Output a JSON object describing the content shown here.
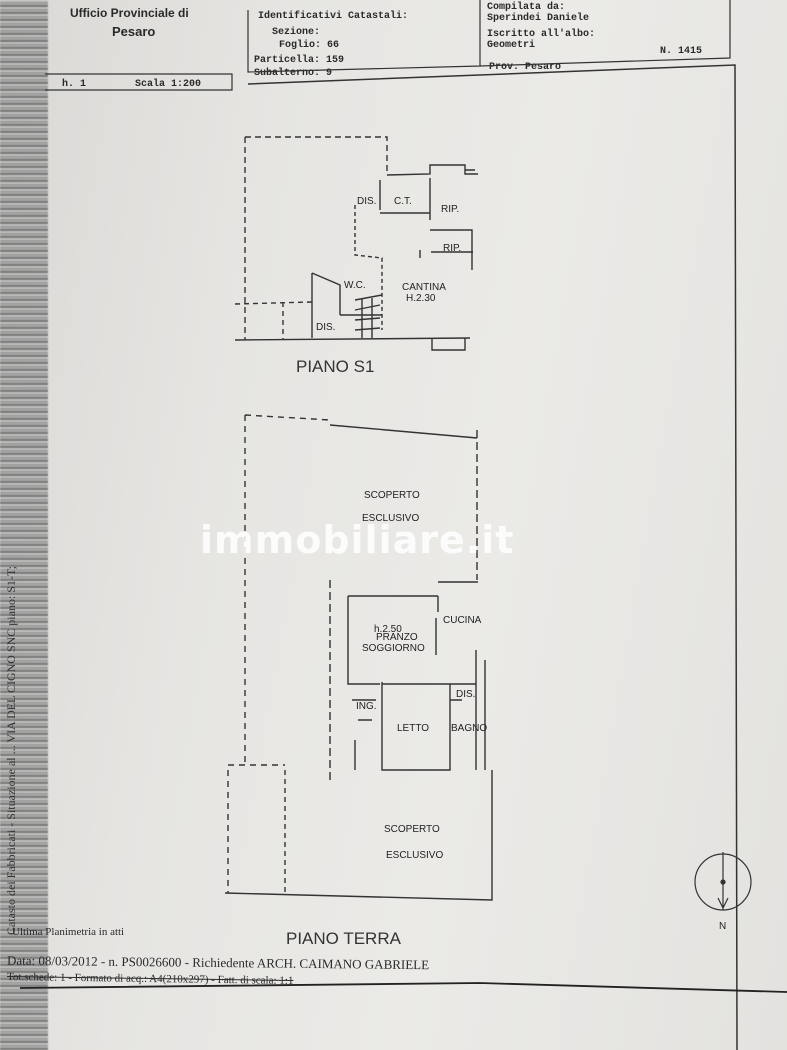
{
  "header": {
    "office_line1": "Ufficio Provinciale di",
    "office_line2": "Pesaro",
    "scheda": "h. 1",
    "scale": "Scala 1:200",
    "identifiers_title": "Identificativi Catastali:",
    "sezione": "Sezione:",
    "foglio": "Foglio: 66",
    "particella": "Particella: 159",
    "subalterno": "Subalterno: 9",
    "compilata_label": "Compilata da:",
    "compilata_name": "Sperindei Daniele",
    "iscritto_label": "Iscritto all'albo:",
    "iscritto_value": "Geometri",
    "provincia": "Prov. Pesaro",
    "numero": "N. 1415"
  },
  "plan_s1": {
    "title": "PIANO S1",
    "rooms": [
      "DIS.",
      "C.T.",
      "RIP.",
      "RIP.",
      "W.C.",
      "CANTINA",
      "H.2.30",
      "DIS."
    ]
  },
  "plan_terra": {
    "title": "PIANO TERRA",
    "rooms": [
      "SCOPERTO",
      "ESCLUSIVO",
      "h.2.50",
      "PRANZO",
      "SOGGIORNO",
      "CUCINA",
      "DIS.",
      "ING.",
      "LETTO",
      "BAGNO",
      "SCOPERTO",
      "ESCLUSIVO"
    ]
  },
  "compass": {
    "label": "N"
  },
  "watermark": "immobiliare.it",
  "side_text": "Catasto dei Fabbricati - Situazione al ... VIA DEL CIGNO SNC piano: S1-T;",
  "footer": {
    "ultima": "Ultima Planimetria in atti",
    "data_line": "Data: 08/03/2012 - n. PS0026600 - Richiedente ARCH. CAIMANO GABRIELE",
    "schede_line": "Tot.schede: 1 - Formato di acq.: A4(210x297) - Fatt. di scala: 1:1"
  }
}
